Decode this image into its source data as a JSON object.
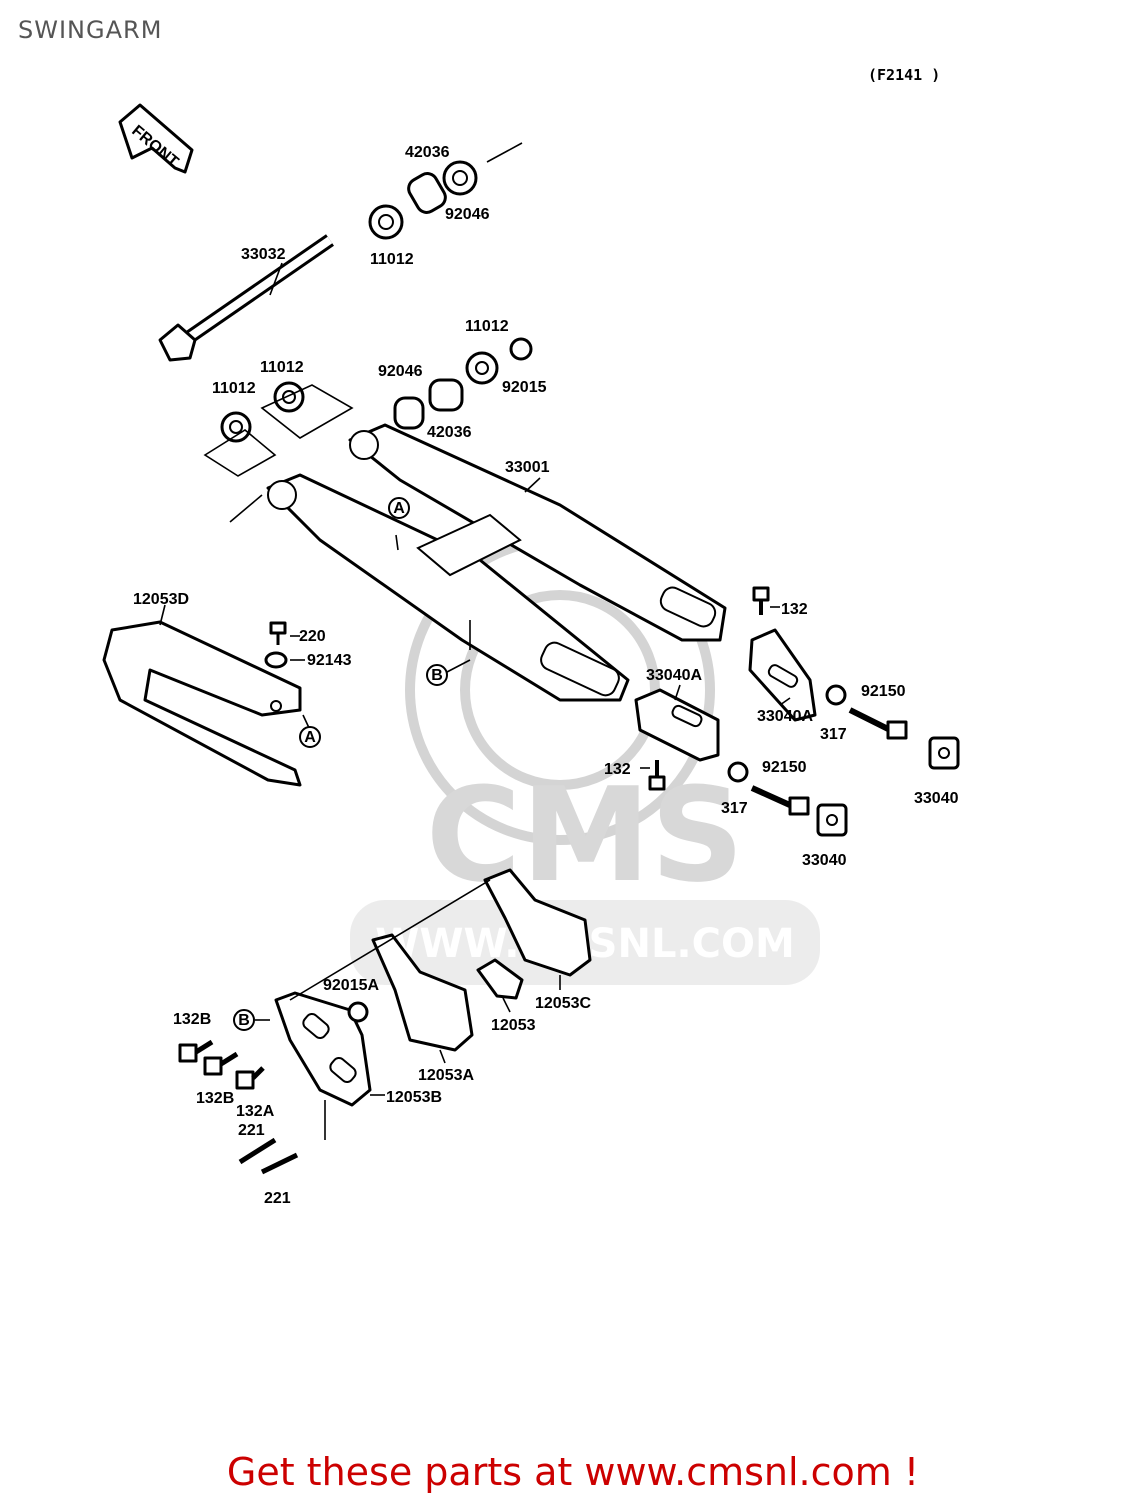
{
  "title": "SWINGARM",
  "figure_code": "(F2141 )",
  "front_label": "FRONT",
  "watermark": {
    "logo": "CMS",
    "url": "WWW.CMSNL.COM"
  },
  "footer": {
    "text": "Get these parts at www.cmsnl.com !",
    "color": "#cc0000"
  },
  "callouts": {
    "a1": "A",
    "a2": "A",
    "b1": "B",
    "b2": "B"
  },
  "labels": {
    "p42036_top": "42036",
    "p92046_top": "92046",
    "p33032": "33032",
    "p11012_a": "11012",
    "p11012_b": "11012",
    "p11012_c": "11012",
    "p11012_d": "11012",
    "p92046_mid": "92046",
    "p92015": "92015",
    "p42036_mid": "42036",
    "p33001": "33001",
    "p12053D": "12053D",
    "p220": "220",
    "p92143": "92143",
    "p132_top": "132",
    "p33040A_a": "33040A",
    "p33040A_b": "33040A",
    "p92150_a": "92150",
    "p317_a": "317",
    "p132_mid": "132",
    "p92150_b": "92150",
    "p317_b": "317",
    "p33040_a": "33040",
    "p33040_b": "33040",
    "p92015A": "92015A",
    "p12053C": "12053C",
    "p12053": "12053",
    "p132B_a": "132B",
    "p132B_b": "132B",
    "p132A": "132A",
    "p12053A": "12053A",
    "p12053B": "12053B",
    "p221_a": "221",
    "p221_b": "221"
  }
}
